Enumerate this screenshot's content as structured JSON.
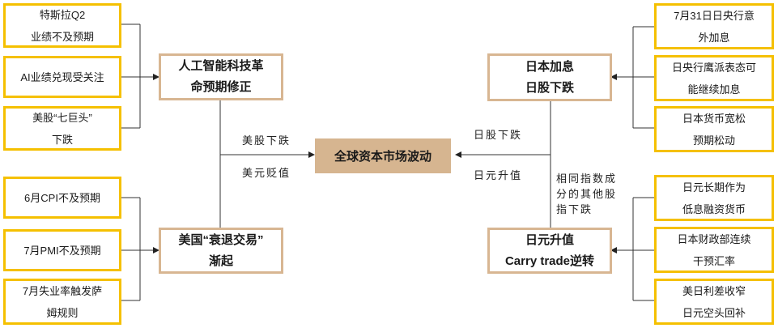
{
  "center": {
    "label": "全球资本市场波动"
  },
  "left_top": {
    "title": [
      "人工智能科技革",
      "命预期修正"
    ],
    "causes": [
      [
        "特斯拉Q2",
        "业绩不及预期"
      ],
      [
        "AI业绩兑现受关注"
      ],
      [
        "美股“七巨头”",
        "下跌"
      ]
    ]
  },
  "left_bottom": {
    "title": [
      "美国“衰退交易”",
      "渐起"
    ],
    "causes": [
      [
        "6月CPI不及预期"
      ],
      [
        "7月PMI不及预期"
      ],
      [
        "7月失业率触发萨",
        "姆规则"
      ]
    ]
  },
  "right_top": {
    "title": [
      "日本加息",
      "日股下跌"
    ],
    "causes": [
      [
        "7月31日日央行意",
        "外加息"
      ],
      [
        "日央行鹰派表态可",
        "能继续加息"
      ],
      [
        "日本货币宽松",
        "预期松动"
      ]
    ]
  },
  "right_bottom": {
    "title": [
      "日元升值",
      "Carry trade逆转"
    ],
    "causes": [
      [
        "日元长期作为",
        "低息融资货币"
      ],
      [
        "日本财政部连续",
        "干预汇率"
      ],
      [
        "美日利差收窄",
        "日元空头回补"
      ]
    ]
  },
  "edge_labels": {
    "left_1": "美股下跌",
    "left_2": "美元贬值",
    "right_1": "日股下跌",
    "right_2": "日元升值",
    "right_3": [
      "相同指数成",
      "分的其他股",
      "指下跌"
    ]
  }
}
